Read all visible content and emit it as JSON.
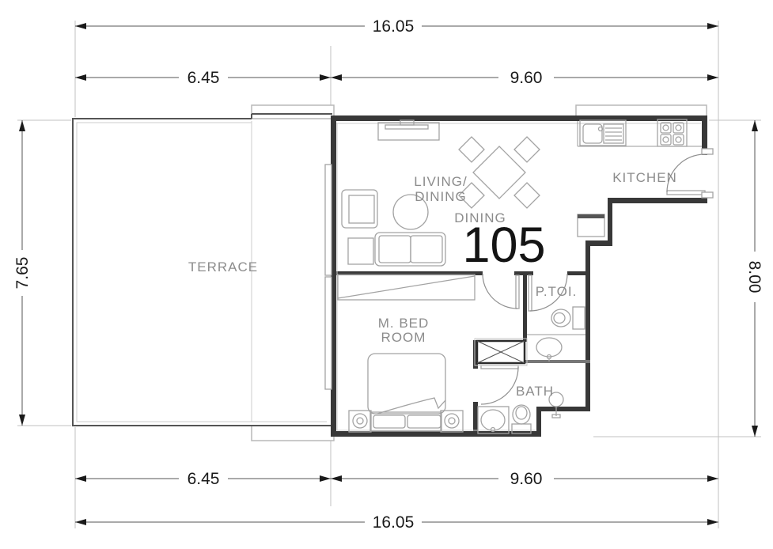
{
  "labels": {
    "terrace": "TERRACE",
    "living_dining_line1": "LIVING/",
    "living_dining_line2": "DINING",
    "dining": "DINING",
    "kitchen": "KITCHEN",
    "bedroom_line1": "M. BED",
    "bedroom_line2": "ROOM",
    "powder_toilet": "P.TOI.",
    "bath": "BATH",
    "unit_number": "105"
  },
  "dimensions": {
    "total_width": "16.05",
    "terrace_width": "6.45",
    "unit_width": "9.60",
    "terrace_depth": "7.65",
    "unit_depth": "8.00"
  },
  "colors": {
    "wall": "#383838",
    "furniture_line": "#a3a3a3",
    "room_label": "#8c8c8c",
    "dimension_text": "#1a1a1a",
    "extension_line": "#c2c2c2",
    "background": "#ffffff"
  },
  "icons": [
    "dining-table-icon",
    "dining-chair-icon",
    "sofa-icon",
    "armchair-icon",
    "coffee-table-icon",
    "side-table-icon",
    "tv-unit-icon",
    "bed-icon",
    "pillow-icon",
    "nightstand-icon",
    "wardrobe-icon",
    "kitchen-sink-icon",
    "drainboard-icon",
    "stove-icon",
    "duct-shaft-icon",
    "toilet-icon",
    "washbasin-icon",
    "shower-icon",
    "sliding-door-icon",
    "swing-door-icon",
    "dimension-arrow-icon"
  ]
}
